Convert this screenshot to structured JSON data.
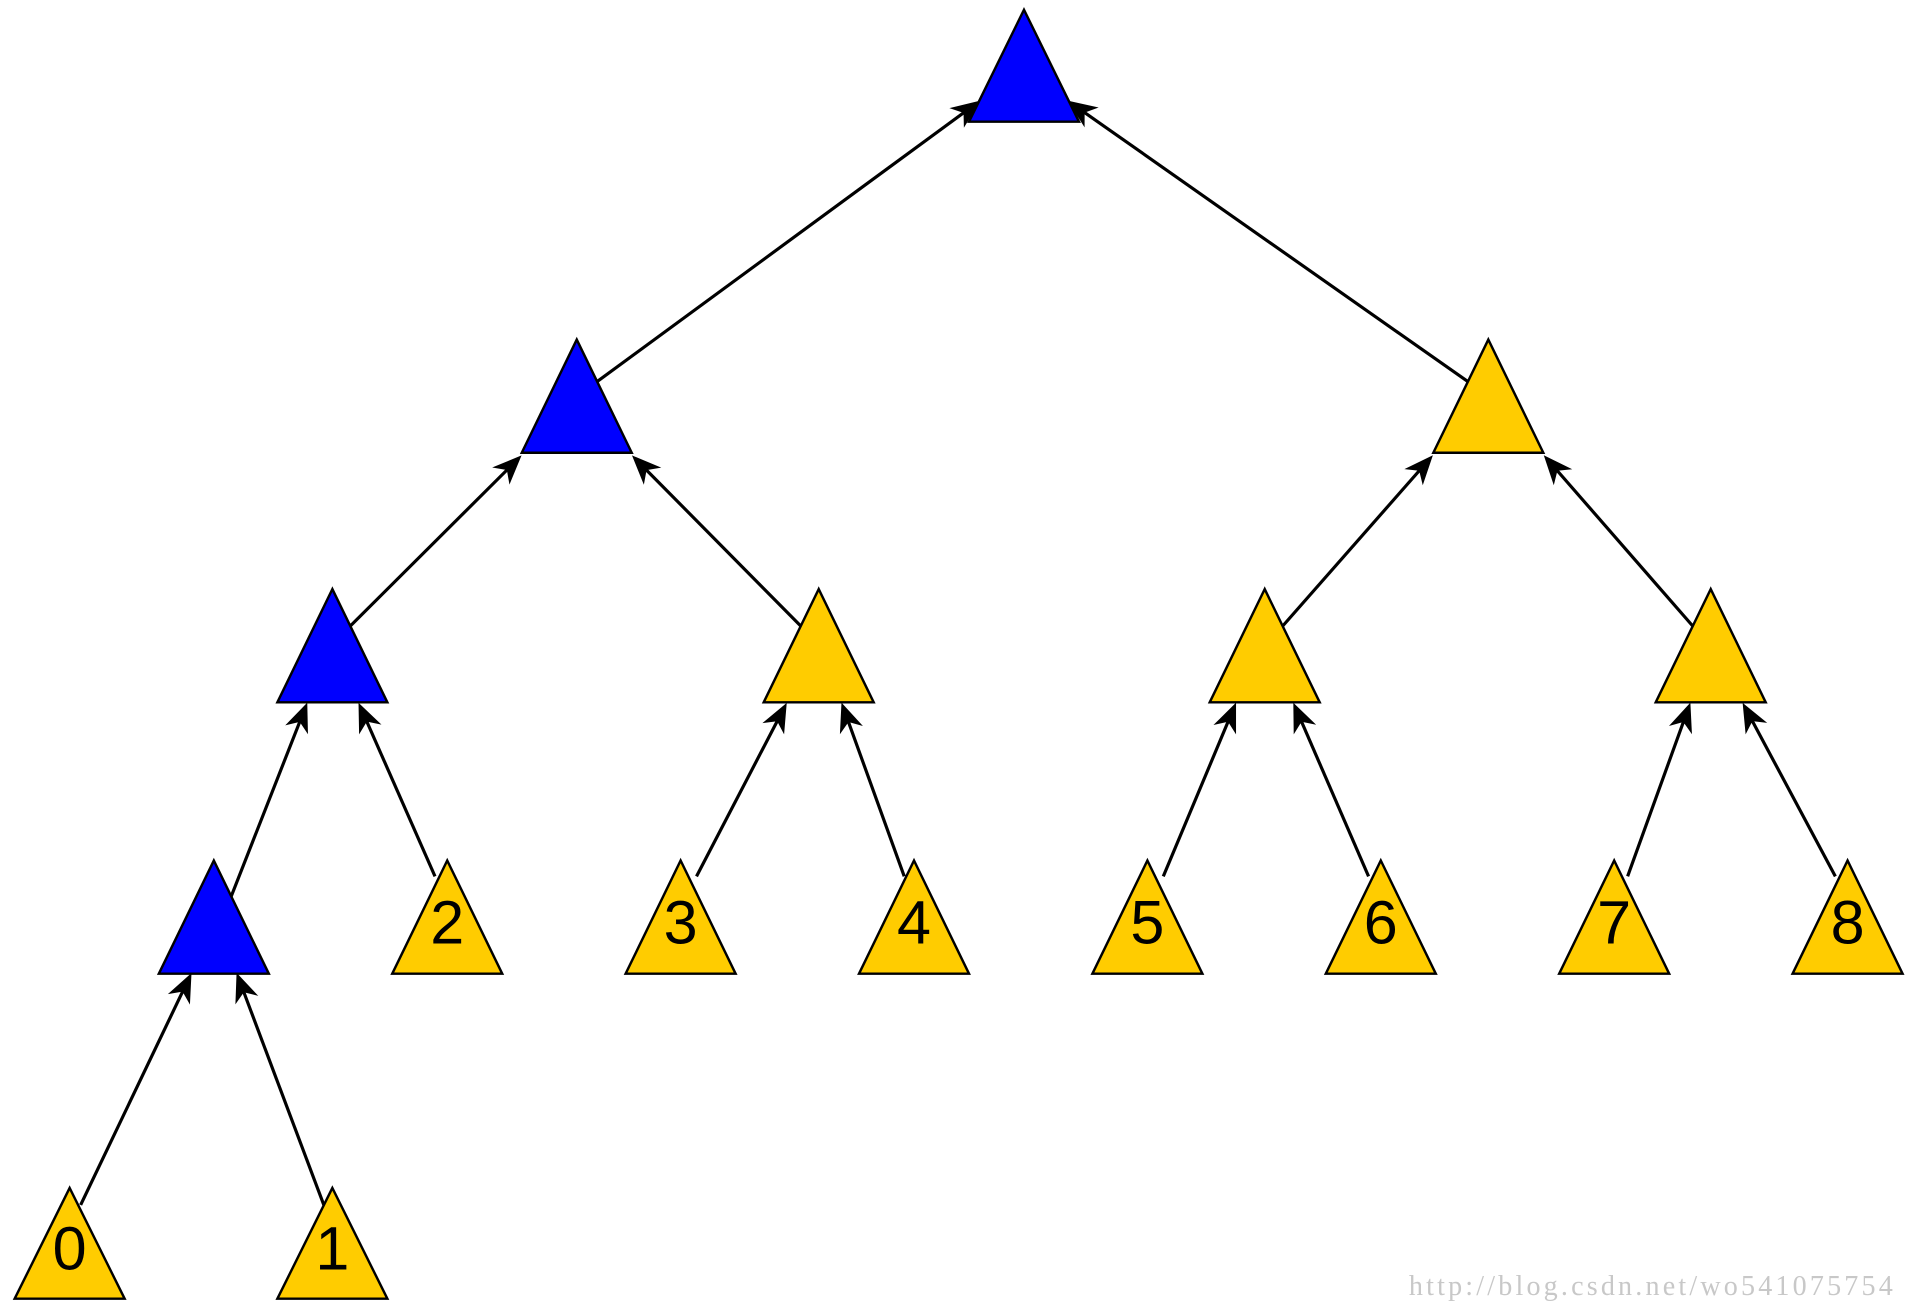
{
  "tree": {
    "fill": "#0000ff",
    "children": [
      {
        "fill": "#0000ff",
        "children": [
          {
            "fill": "#0000ff",
            "children": [
              {
                "fill": "#0000ff",
                "children": [
                  {
                    "fill": "#ffcc00",
                    "label": "0"
                  },
                  {
                    "fill": "#ffcc00",
                    "label": "1"
                  }
                ]
              },
              {
                "fill": "#ffcc00",
                "label": "2"
              }
            ]
          },
          {
            "fill": "#ffcc00",
            "children": [
              {
                "fill": "#ffcc00",
                "label": "3"
              },
              {
                "fill": "#ffcc00",
                "label": "4"
              }
            ]
          }
        ]
      },
      {
        "fill": "#ffcc00",
        "children": [
          {
            "fill": "#ffcc00",
            "children": [
              {
                "fill": "#ffcc00",
                "label": "5"
              },
              {
                "fill": "#ffcc00",
                "label": "6"
              }
            ]
          },
          {
            "fill": "#ffcc00",
            "children": [
              {
                "fill": "#ffcc00",
                "label": "7"
              },
              {
                "fill": "#ffcc00",
                "label": "8"
              }
            ]
          }
        ]
      }
    ]
  },
  "watermark": "http://blog.csdn.net/wo541075754"
}
